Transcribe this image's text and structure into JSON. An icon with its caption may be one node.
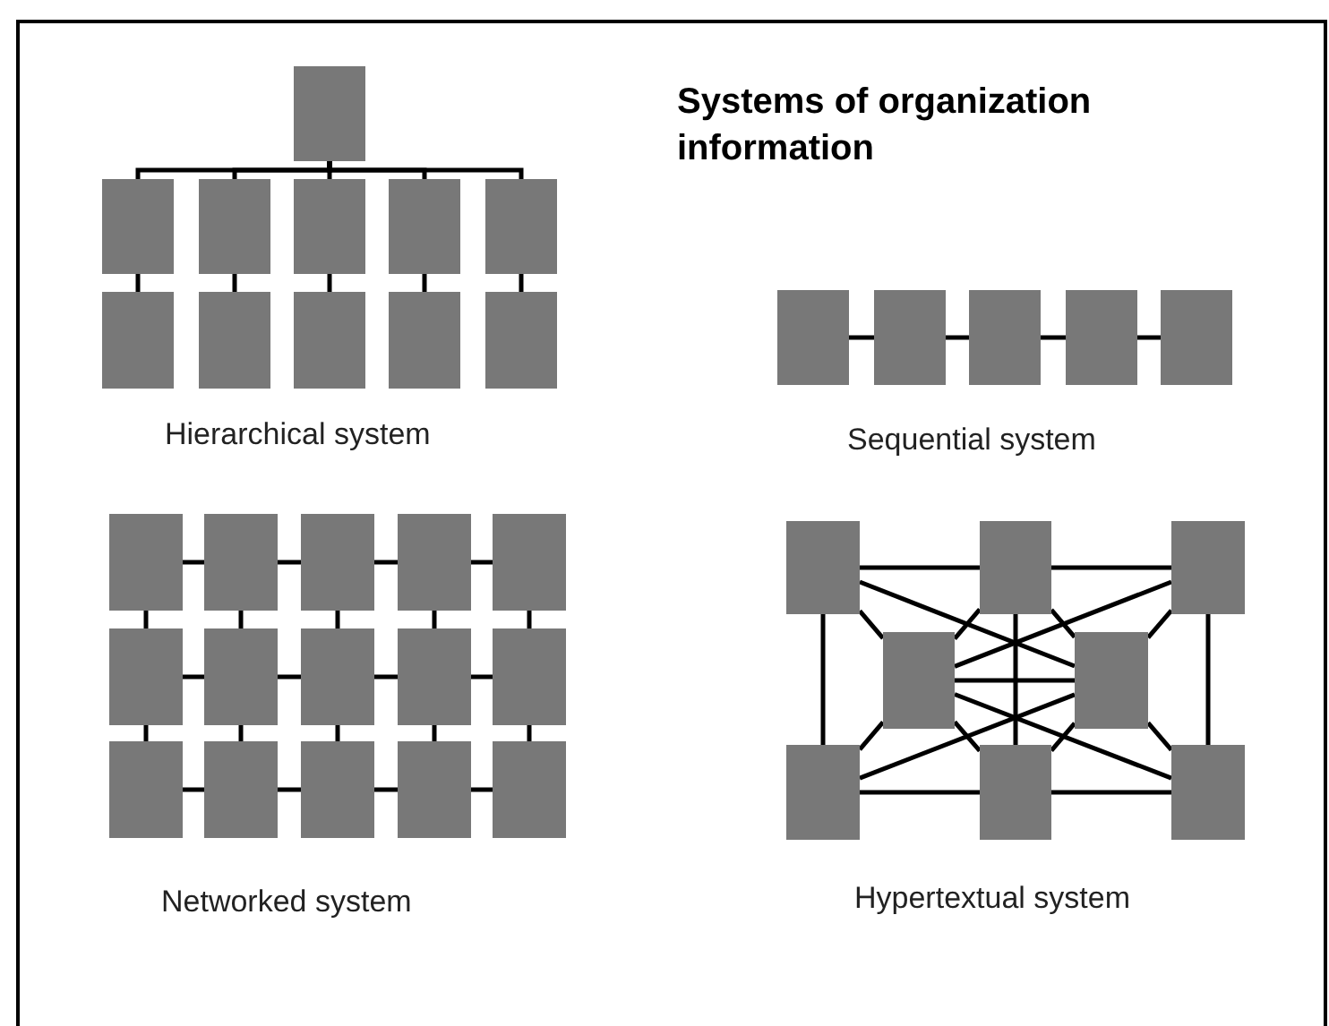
{
  "diagram": {
    "title": "Systems of organization information",
    "nodes": [
      {
        "text": [],
        "shape": "box"
      },
      {
        "text": [],
        "shape": "box"
      },
      {
        "text": [],
        "shape": "box"
      },
      {
        "text": [],
        "shape": "box"
      },
      {
        "text": [],
        "shape": "box"
      },
      {
        "text": [],
        "shape": "box"
      },
      {
        "text": [],
        "shape": "box"
      },
      {
        "text": [],
        "shape": "box"
      },
      {
        "text": [],
        "shape": "box"
      },
      {
        "text": [],
        "shape": "box"
      },
      {
        "text": [],
        "shape": "box"
      },
      {
        "text": [],
        "shape": "box"
      },
      {
        "text": [],
        "shape": "box"
      },
      {
        "text": [],
        "shape": "box"
      },
      {
        "text": [],
        "shape": "box"
      },
      {
        "text": [],
        "shape": "box"
      },
      {
        "text": [],
        "shape": "box"
      },
      {
        "text": [],
        "shape": "box"
      },
      {
        "text": [],
        "shape": "box"
      },
      {
        "text": [],
        "shape": "box"
      },
      {
        "text": [],
        "shape": "box"
      },
      {
        "text": [],
        "shape": "box"
      },
      {
        "text": [],
        "shape": "box"
      },
      {
        "text": [],
        "shape": "box"
      },
      {
        "text": [],
        "shape": "box"
      },
      {
        "text": [],
        "shape": "box"
      },
      {
        "text": [],
        "shape": "box"
      },
      {
        "text": [],
        "shape": "box"
      },
      {
        "text": [],
        "shape": "box"
      },
      {
        "text": [],
        "shape": "box"
      },
      {
        "text": [],
        "shape": "box"
      },
      {
        "text": [],
        "shape": "box"
      },
      {
        "text": [],
        "shape": "box"
      },
      {
        "text": [],
        "shape": "box"
      },
      {
        "text": [],
        "shape": "box"
      },
      {
        "text": [],
        "shape": "box"
      },
      {
        "text": [],
        "shape": "box"
      },
      {
        "text": [],
        "shape": "box"
      },
      {
        "text": [],
        "shape": "box"
      }
    ],
    "edges": [
      {
        "from": 0,
        "to": 1,
        "arrow": "none"
      },
      {
        "from": 0,
        "to": 2,
        "arrow": "none"
      },
      {
        "from": 0,
        "to": 3,
        "arrow": "none"
      },
      {
        "from": 0,
        "to": 4,
        "arrow": "none"
      },
      {
        "from": 0,
        "to": 5,
        "arrow": "none"
      },
      {
        "from": 1,
        "to": 6,
        "arrow": "none"
      },
      {
        "from": 2,
        "to": 7,
        "arrow": "none"
      },
      {
        "from": 3,
        "to": 8,
        "arrow": "none"
      },
      {
        "from": 4,
        "to": 9,
        "arrow": "none"
      },
      {
        "from": 5,
        "to": 10,
        "arrow": "none"
      },
      {
        "from": 11,
        "to": 12,
        "arrow": "none"
      },
      {
        "from": 12,
        "to": 13,
        "arrow": "none"
      },
      {
        "from": 13,
        "to": 14,
        "arrow": "none"
      },
      {
        "from": 14,
        "to": 15,
        "arrow": "none"
      },
      {
        "from": 16,
        "to": 17,
        "arrow": "none"
      },
      {
        "from": 17,
        "to": 18,
        "arrow": "none"
      },
      {
        "from": 18,
        "to": 19,
        "arrow": "none"
      },
      {
        "from": 19,
        "to": 20,
        "arrow": "none"
      },
      {
        "from": 21,
        "to": 22,
        "arrow": "none"
      },
      {
        "from": 22,
        "to": 23,
        "arrow": "none"
      },
      {
        "from": 23,
        "to": 24,
        "arrow": "none"
      },
      {
        "from": 24,
        "to": 25,
        "arrow": "none"
      },
      {
        "from": 26,
        "to": 27,
        "arrow": "none"
      },
      {
        "from": 27,
        "to": 28,
        "arrow": "none"
      },
      {
        "from": 28,
        "to": 29,
        "arrow": "none"
      },
      {
        "from": 29,
        "to": 30,
        "arrow": "none"
      },
      {
        "from": 16,
        "to": 21,
        "arrow": "none"
      },
      {
        "from": 17,
        "to": 22,
        "arrow": "none"
      },
      {
        "from": 18,
        "to": 23,
        "arrow": "none"
      },
      {
        "from": 19,
        "to": 24,
        "arrow": "none"
      },
      {
        "from": 20,
        "to": 25,
        "arrow": "none"
      },
      {
        "from": 21,
        "to": 26,
        "arrow": "none"
      },
      {
        "from": 22,
        "to": 27,
        "arrow": "none"
      },
      {
        "from": 23,
        "to": 28,
        "arrow": "none"
      },
      {
        "from": 24,
        "to": 29,
        "arrow": "none"
      },
      {
        "from": 25,
        "to": 30,
        "arrow": "none"
      },
      {
        "from": 31,
        "to": 32,
        "arrow": "none"
      },
      {
        "from": 32,
        "to": 33,
        "arrow": "none"
      },
      {
        "from": 36,
        "to": 37,
        "arrow": "none"
      },
      {
        "from": 37,
        "to": 38,
        "arrow": "none"
      },
      {
        "from": 31,
        "to": 36,
        "arrow": "none"
      },
      {
        "from": 33,
        "to": 38,
        "arrow": "none"
      },
      {
        "from": 32,
        "to": 37,
        "arrow": "none"
      },
      {
        "from": 34,
        "to": 35,
        "arrow": "none"
      },
      {
        "from": 31,
        "to": 34,
        "arrow": "none"
      },
      {
        "from": 32,
        "to": 34,
        "arrow": "none"
      },
      {
        "from": 32,
        "to": 35,
        "arrow": "none"
      },
      {
        "from": 33,
        "to": 35,
        "arrow": "none"
      },
      {
        "from": 36,
        "to": 34,
        "arrow": "none"
      },
      {
        "from": 37,
        "to": 34,
        "arrow": "none"
      },
      {
        "from": 37,
        "to": 35,
        "arrow": "none"
      },
      {
        "from": 38,
        "to": 35,
        "arrow": "none"
      },
      {
        "from": 31,
        "to": 35,
        "arrow": "none"
      },
      {
        "from": 33,
        "to": 34,
        "arrow": "none"
      },
      {
        "from": 36,
        "to": 35,
        "arrow": "none"
      },
      {
        "from": 38,
        "to": 34,
        "arrow": "none"
      }
    ],
    "labels": [
      "Hierarchical system",
      "Sequential system",
      "Networked system",
      "Hypertextual system"
    ]
  }
}
